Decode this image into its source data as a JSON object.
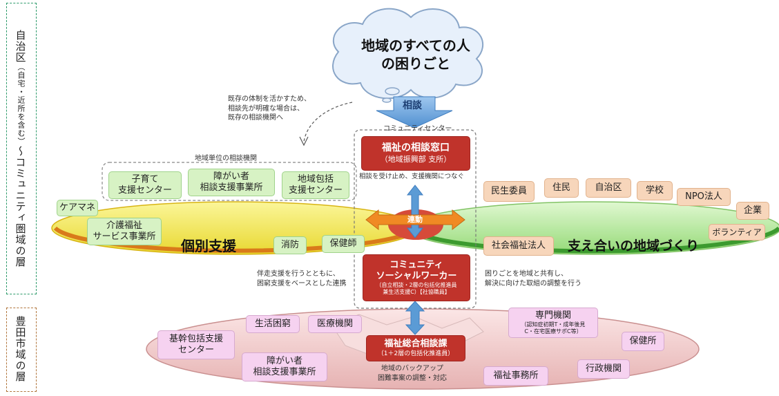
{
  "side": {
    "upper_a": "自治区",
    "upper_b": "（自宅・近所を含む）",
    "upper_c": "〜コミュニティ圏域の層",
    "lower": "豊田市域の層"
  },
  "cloud": {
    "line1": "地域のすべての人",
    "line2": "の困りごと"
  },
  "arrow_label": "相談",
  "community_center_label": "コミュニティセンター",
  "note_existing": "既存の体制を活かすため、\n相談先が明確な場合は、\n既存の相談機関へ",
  "regional_label": "地域単位の相談機関",
  "regional_boxes": [
    "子育て\n支援センター",
    "障がい者\n相談支援事業所",
    "地域包括\n支援センター"
  ],
  "window": {
    "title": "福祉の相談窓口",
    "sub": "（地域振興部 支所）"
  },
  "window_note": "相談を受け止め、支援機関につなぐ",
  "left_boxes": {
    "caremane": "ケアマネ",
    "kaigo": "介護福祉\nサービス事業所",
    "shobo": "消防",
    "hokenshi": "保健師"
  },
  "right_boxes": {
    "minsei": "民生委員",
    "jumin": "住民",
    "jichiku": "自治区",
    "gakko": "学校",
    "npo": "NPO法人",
    "kigyo": "企業",
    "volunteer": "ボランティア",
    "shakai": "社会福祉法人"
  },
  "linkage": "連動",
  "individual_support": "個別支援",
  "community_building": "支え合いの地域づくり",
  "csw": {
    "title": "コミュニティ\nソーシャルワーカー",
    "sub": "（自立相談・2層の包括化推進員\n兼生活支援C）【社協職員】"
  },
  "note_left": "伴走支援を行うとともに、\n困窮支援をベースとした連携",
  "note_right": "困りごとを地域と共有し、\n解決に向けた取組の調整を行う",
  "general_section": {
    "title": "福祉総合相談課",
    "sub": "（1＋2層の包括化推進員）"
  },
  "general_note": "地域のバックアップ\n困難事案の調整・対応",
  "city_boxes": {
    "seikatsu": "生活困窮",
    "iryo": "医療機関",
    "kikan": "基幹包括支援\nセンター",
    "shogai": "障がい者\n相談支援事業所",
    "senmon": "専門機関",
    "senmon_sub": "（認知症初期T・成年後見\nC・在宅医療サポC等）",
    "hokenjo": "保健所",
    "gyosei": "行政機関",
    "fukushi": "福祉事務所"
  },
  "colors": {
    "green_ellipse": "#bff0a8",
    "yellow_ellipse": "#f7f06a",
    "city_ellipse": "#f3cfd0",
    "red": "#c0332b",
    "arrow_blue": "#5b9bd5",
    "linkage_orange": "#f08a24"
  }
}
